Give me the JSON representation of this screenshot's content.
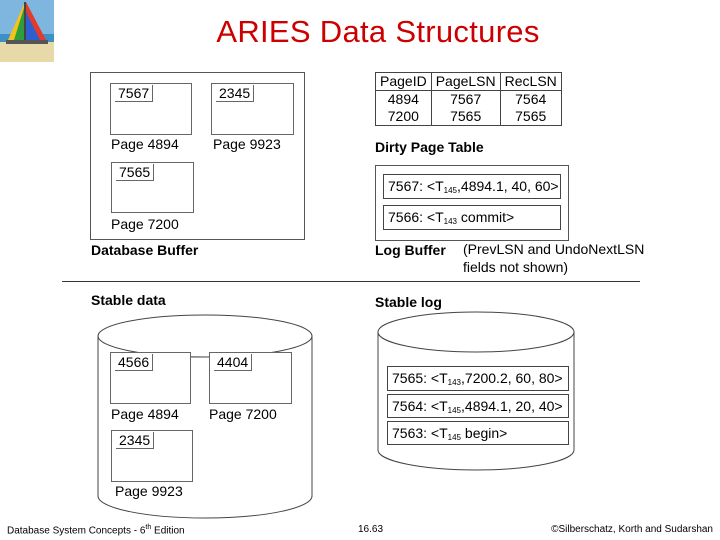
{
  "title": "ARIES Data Structures",
  "database_buffer": {
    "label": "Database Buffer",
    "pages": [
      {
        "page_lsn": "7567",
        "label": "Page 4894"
      },
      {
        "page_lsn": "2345",
        "label": "Page 9923"
      },
      {
        "page_lsn": "7565",
        "label": "Page 7200"
      }
    ]
  },
  "dirty_page_table": {
    "label": "Dirty Page Table",
    "headers": [
      "PageID",
      "PageLSN",
      "RecLSN"
    ],
    "rows": [
      [
        "4894",
        "7567",
        "7564"
      ],
      [
        "7200",
        "7565",
        "7565"
      ]
    ]
  },
  "log_buffer": {
    "label": "Log Buffer",
    "note_line1": "(PrevLSN and UndoNextLSN",
    "note_line2": "fields not shown)",
    "records": [
      {
        "lsn": "7567: <T",
        "txn": "145",
        "rest": ",4894.1, 40, 60>"
      },
      {
        "lsn": "7566: <T",
        "txn": "143",
        "rest": " commit>"
      }
    ]
  },
  "stable_data": {
    "label": "Stable data",
    "pages": [
      {
        "page_lsn": "4566",
        "label": "Page 4894"
      },
      {
        "page_lsn": "4404",
        "label": "Page 7200"
      },
      {
        "page_lsn": "2345",
        "label": "Page 9923"
      }
    ]
  },
  "stable_log": {
    "label": "Stable log",
    "records": [
      {
        "lsn": "7565: <T",
        "txn": "143",
        "rest": ",7200.2, 60, 80>"
      },
      {
        "lsn": "7564: <T",
        "txn": "145",
        "rest": ",4894.1, 20, 40>"
      },
      {
        "lsn": "7563: <T",
        "txn": "145",
        "rest": " begin>"
      }
    ]
  },
  "footer": {
    "left": "Database System Concepts - 6",
    "left_sup": "th",
    "left_end": " Edition",
    "center": "16.63",
    "right": "©Silberschatz, Korth and Sudarshan"
  }
}
